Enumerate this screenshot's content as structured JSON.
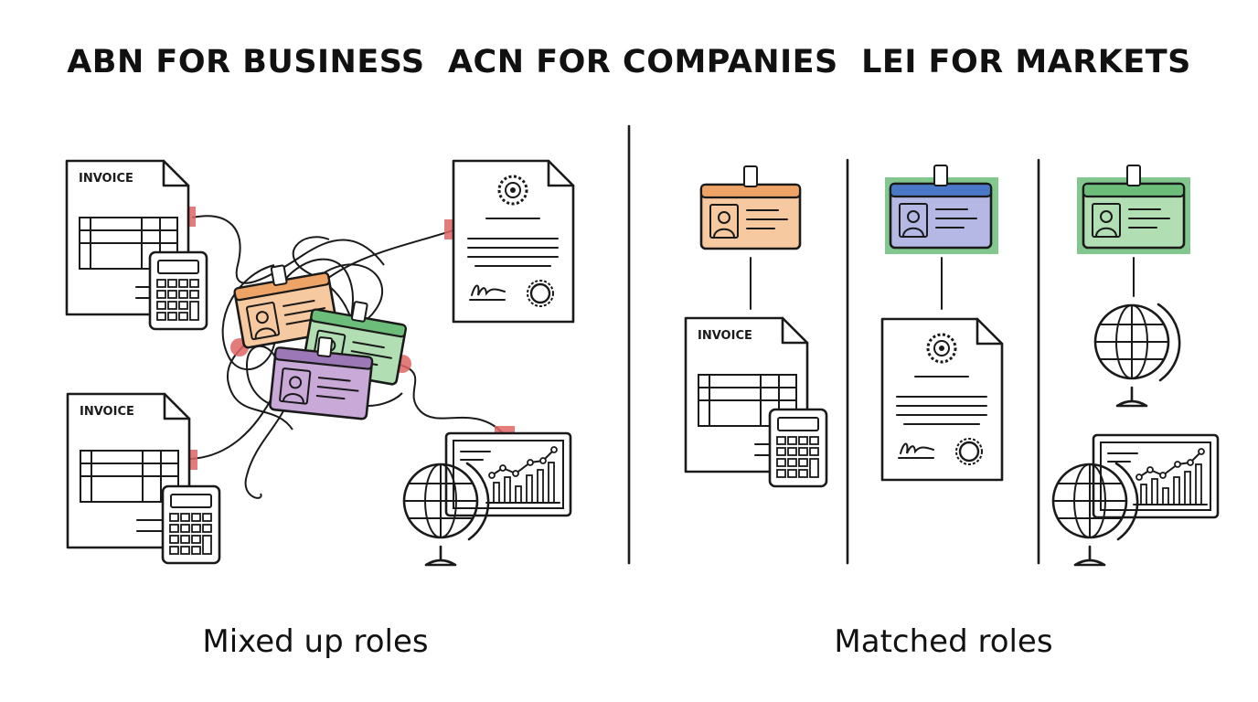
{
  "title": "ABN FOR BUSINESS  ACN FOR COMPANIES  LEI FOR MARKETS",
  "invoice_label": "INVOICE",
  "captions": {
    "left": "Mixed up roles",
    "right": "Matched roles"
  },
  "colors": {
    "orange_badge": "#f7c9a0",
    "orange_header": "#eda466",
    "blue_header": "#4a78c6",
    "blue_badge": "#b5b8e4",
    "green_badge": "#b2deb4",
    "green_header": "#6cbd7a",
    "purple_badge": "#c9a9d8",
    "purple_header": "#9d78b6",
    "red_marker": "#e06565"
  },
  "icons": [
    "invoice-icon",
    "calculator-icon",
    "certificate-icon",
    "id-badge-icon",
    "globe-icon",
    "chart-monitor-icon"
  ]
}
